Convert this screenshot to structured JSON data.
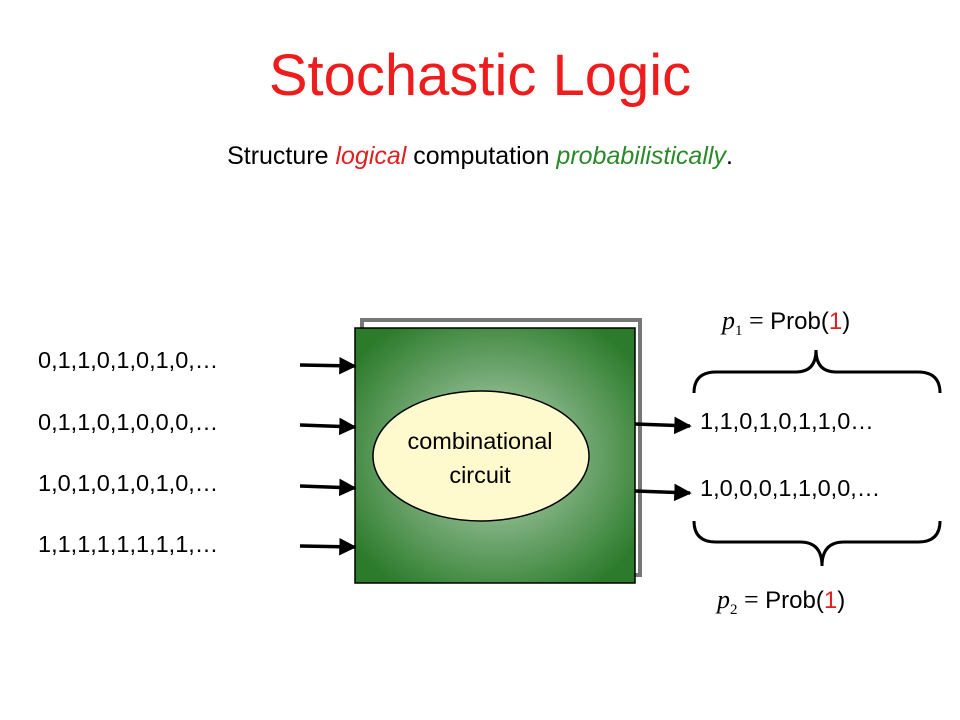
{
  "title": "Stochastic Logic",
  "subtitle": {
    "part1": "Structure ",
    "emph1": "logical",
    "part2": " computation ",
    "emph2": "probabilistically",
    "part3": "."
  },
  "inputs": [
    "0,1,1,0,1,0,1,0,…",
    "0,1,1,0,1,0,0,0,…",
    "1,0,1,0,1,0,1,0,…",
    "1,1,1,1,1,1,1,1,…"
  ],
  "circuit_label": [
    "combinational",
    "circuit"
  ],
  "outputs": [
    "1,1,0,1,0,1,1,0…",
    "1,0,0,0,1,1,0,0,…"
  ],
  "prob1": {
    "var": "p",
    "sub": "1",
    "eq": " = ",
    "text_pre": "Prob(",
    "one": "1",
    "text_post": ")"
  },
  "prob2": {
    "var": "p",
    "sub": "2",
    "eq": " = ",
    "text_pre": "Prob(",
    "one": "1",
    "text_post": ")"
  },
  "colors": {
    "title": "#ee1c1c",
    "accent_red": "#e02020",
    "accent_green": "#2a8a2a",
    "box_green": "#2b7b2b",
    "ellipse_fill": "#fffacd"
  }
}
